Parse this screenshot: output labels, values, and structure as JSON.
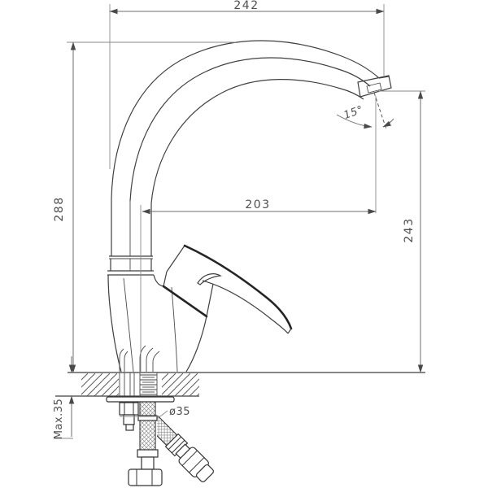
{
  "drawing": {
    "dimensions": {
      "top_width": "242",
      "overall_height": "288",
      "spout_reach": "203",
      "outlet_height": "243",
      "outlet_angle": "15°",
      "hole_diameter": "ø35",
      "max_mounting_thickness": "Max.35"
    }
  }
}
